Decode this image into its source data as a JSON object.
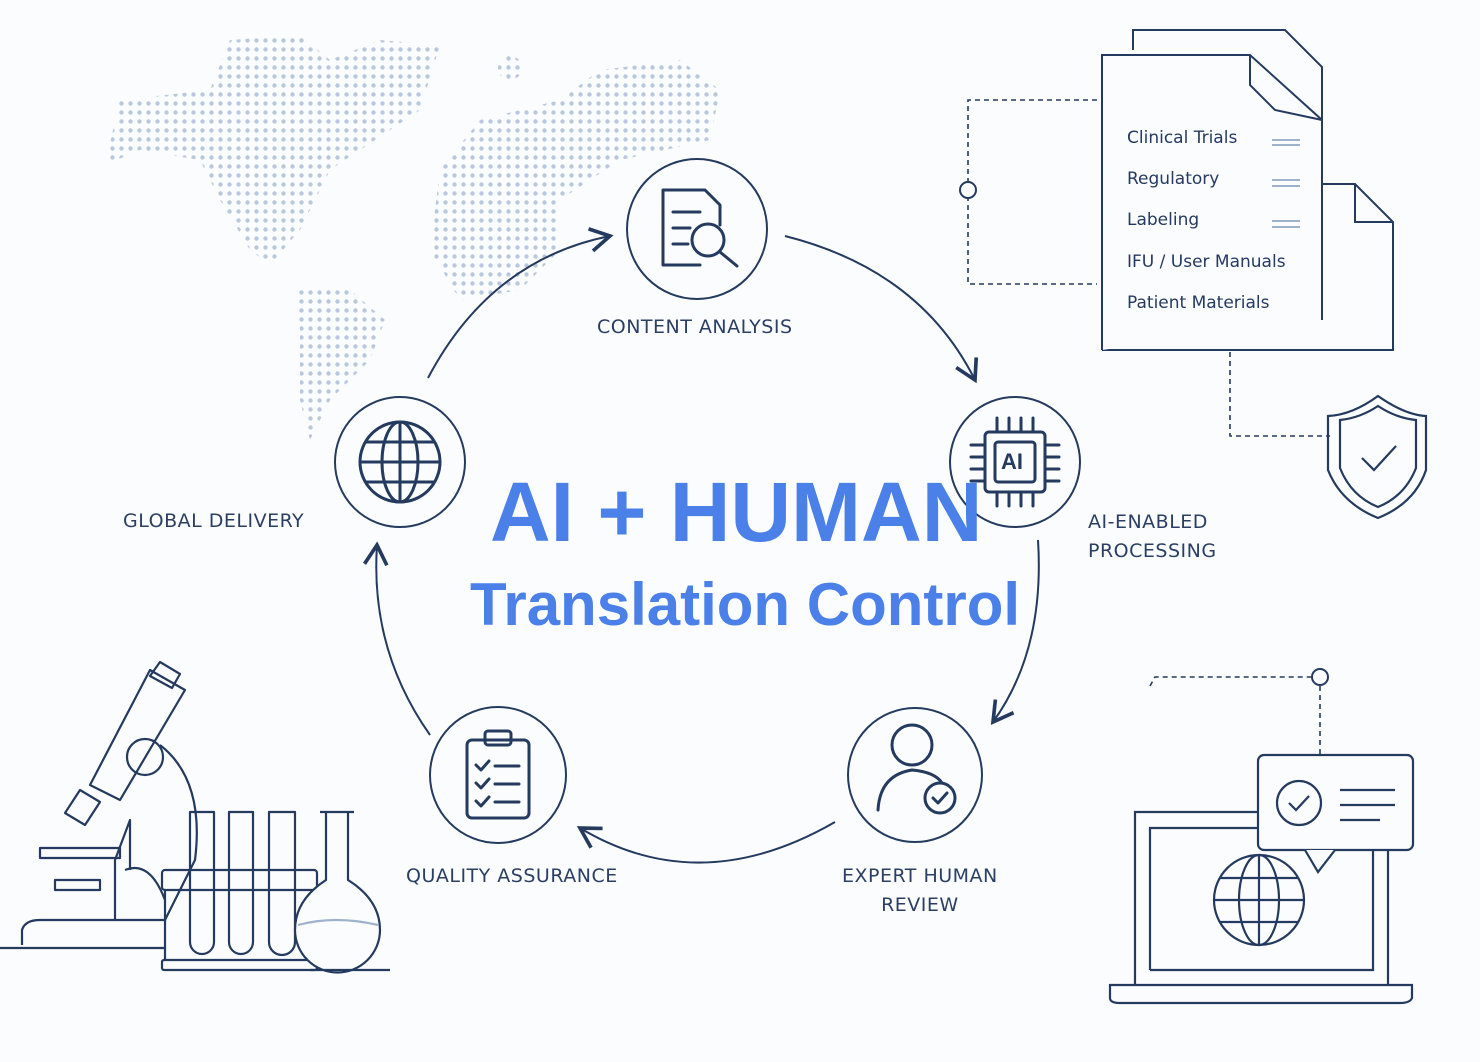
{
  "title": {
    "line1": "AI + HUMAN",
    "line2": "Translation Control"
  },
  "cycle_steps": [
    {
      "label": "CONTENT ANALYSIS",
      "icon": "document-search-icon"
    },
    {
      "label_lines": [
        "AI-ENABLED",
        "PROCESSING"
      ],
      "icon": "ai-chip-icon",
      "chip_text": "AI"
    },
    {
      "label_lines": [
        "EXPERT HUMAN",
        "REVIEW"
      ],
      "icon": "expert-check-icon"
    },
    {
      "label": "QUALITY ASSURANCE",
      "icon": "checklist-icon"
    },
    {
      "label": "GLOBAL DELIVERY",
      "icon": "globe-icon"
    }
  ],
  "document_types": [
    "Clinical Trials",
    "Regulatory",
    "Labeling",
    "IFU / User Manuals",
    "Patient Materials"
  ],
  "colors": {
    "title": "#4a80e8",
    "line": "#243a5e",
    "dots": "#b9c8dc",
    "background": "#fbfcfe"
  }
}
